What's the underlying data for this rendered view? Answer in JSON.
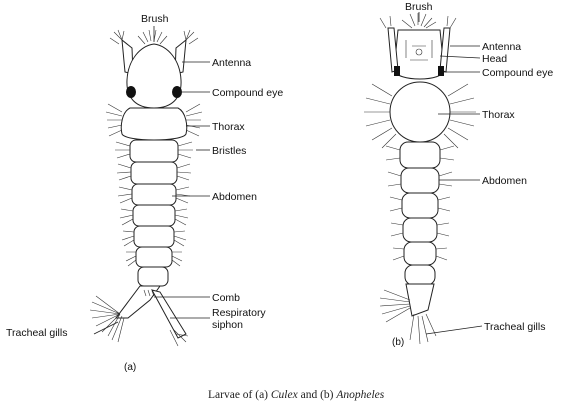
{
  "labels_a": {
    "brush": "Brush",
    "antenna": "Antenna",
    "compound_eye": "Compound eye",
    "thorax": "Thorax",
    "bristles": "Bristles",
    "abdomen": "Abdomen",
    "comb": "Comb",
    "siphon_1": "Respiratory",
    "siphon_2": "siphon",
    "tracheal_gills": "Tracheal gills",
    "sub": "(a)"
  },
  "labels_b": {
    "brush": "Brush",
    "antenna": "Antenna",
    "head": "Head",
    "compound_eye": "Compound eye",
    "thorax": "Thorax",
    "abdomen": "Abdomen",
    "tracheal_gills": "Tracheal gills",
    "sub": "(b)"
  },
  "caption": {
    "pre": "Larvae of (a) ",
    "culex": "Culex",
    "mid": " and (b) ",
    "anopheles": "Anopheles"
  }
}
